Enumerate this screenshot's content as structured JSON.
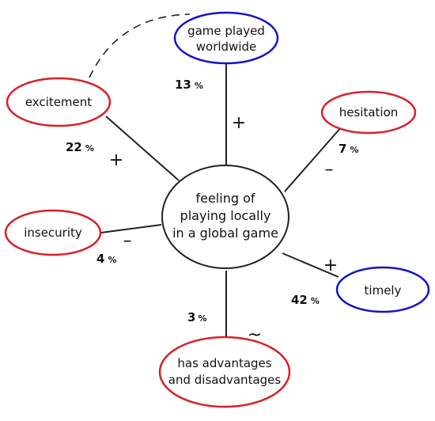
{
  "colors": {
    "negative_outline": "#d8202a",
    "positive_outline": "#1414c8",
    "center_outline": "#222222"
  },
  "center": {
    "lines": [
      "feeling of",
      "playing locally",
      "in a global game"
    ]
  },
  "percent_symbol": "%",
  "nodes": {
    "game_played_worldwide": {
      "lines": [
        "game played",
        "worldwide"
      ],
      "percent": "13",
      "sign": "+"
    },
    "excitement": {
      "lines": [
        "excitement"
      ],
      "percent": "22",
      "sign": "+"
    },
    "hesitation": {
      "lines": [
        "hesitation"
      ],
      "percent": "7",
      "sign": "–"
    },
    "insecurity": {
      "lines": [
        "insecurity"
      ],
      "percent": "4",
      "sign": "–"
    },
    "timely": {
      "lines": [
        "timely"
      ],
      "percent": "42",
      "sign": "+"
    },
    "has_advantages": {
      "lines": [
        "has advantages",
        "and disadvantages"
      ],
      "percent": "3",
      "sign": "~"
    }
  }
}
